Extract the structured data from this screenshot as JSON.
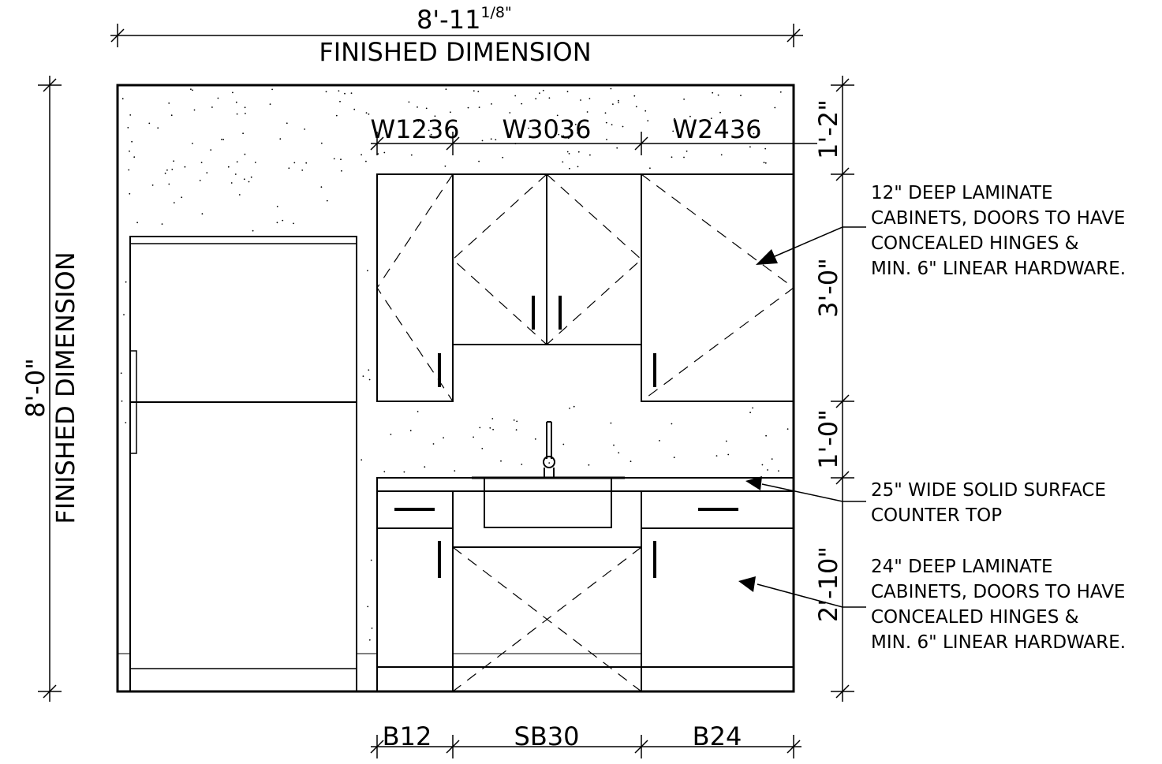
{
  "overall_width": {
    "main": "8'-11",
    "fraction": "1/8\"",
    "label": "FINISHED DIMENSION"
  },
  "overall_height": {
    "value": "8'-0\"",
    "label": "FINISHED DIMENSION"
  },
  "wall_cabinets": [
    "W1236",
    "W3036",
    "W2436"
  ],
  "base_cabinets": [
    "B12",
    "SB30",
    "B24"
  ],
  "vertical_dims": [
    "1'-2\"",
    "3'-0\"",
    "1'-0\"",
    "2'-10\""
  ],
  "notes": {
    "wall_cabinets": [
      "12\" DEEP LAMINATE",
      "CABINETS, DOORS TO HAVE",
      "CONCEALED HINGES &",
      "MIN. 6\" LINEAR HARDWARE."
    ],
    "counter_top": [
      "25\" WIDE SOLID SURFACE",
      "COUNTER TOP"
    ],
    "base_cabinets": [
      "24\" DEEP LAMINATE",
      "CABINETS, DOORS TO HAVE",
      "CONCEALED HINGES &",
      "MIN. 6\" LINEAR HARDWARE."
    ]
  }
}
